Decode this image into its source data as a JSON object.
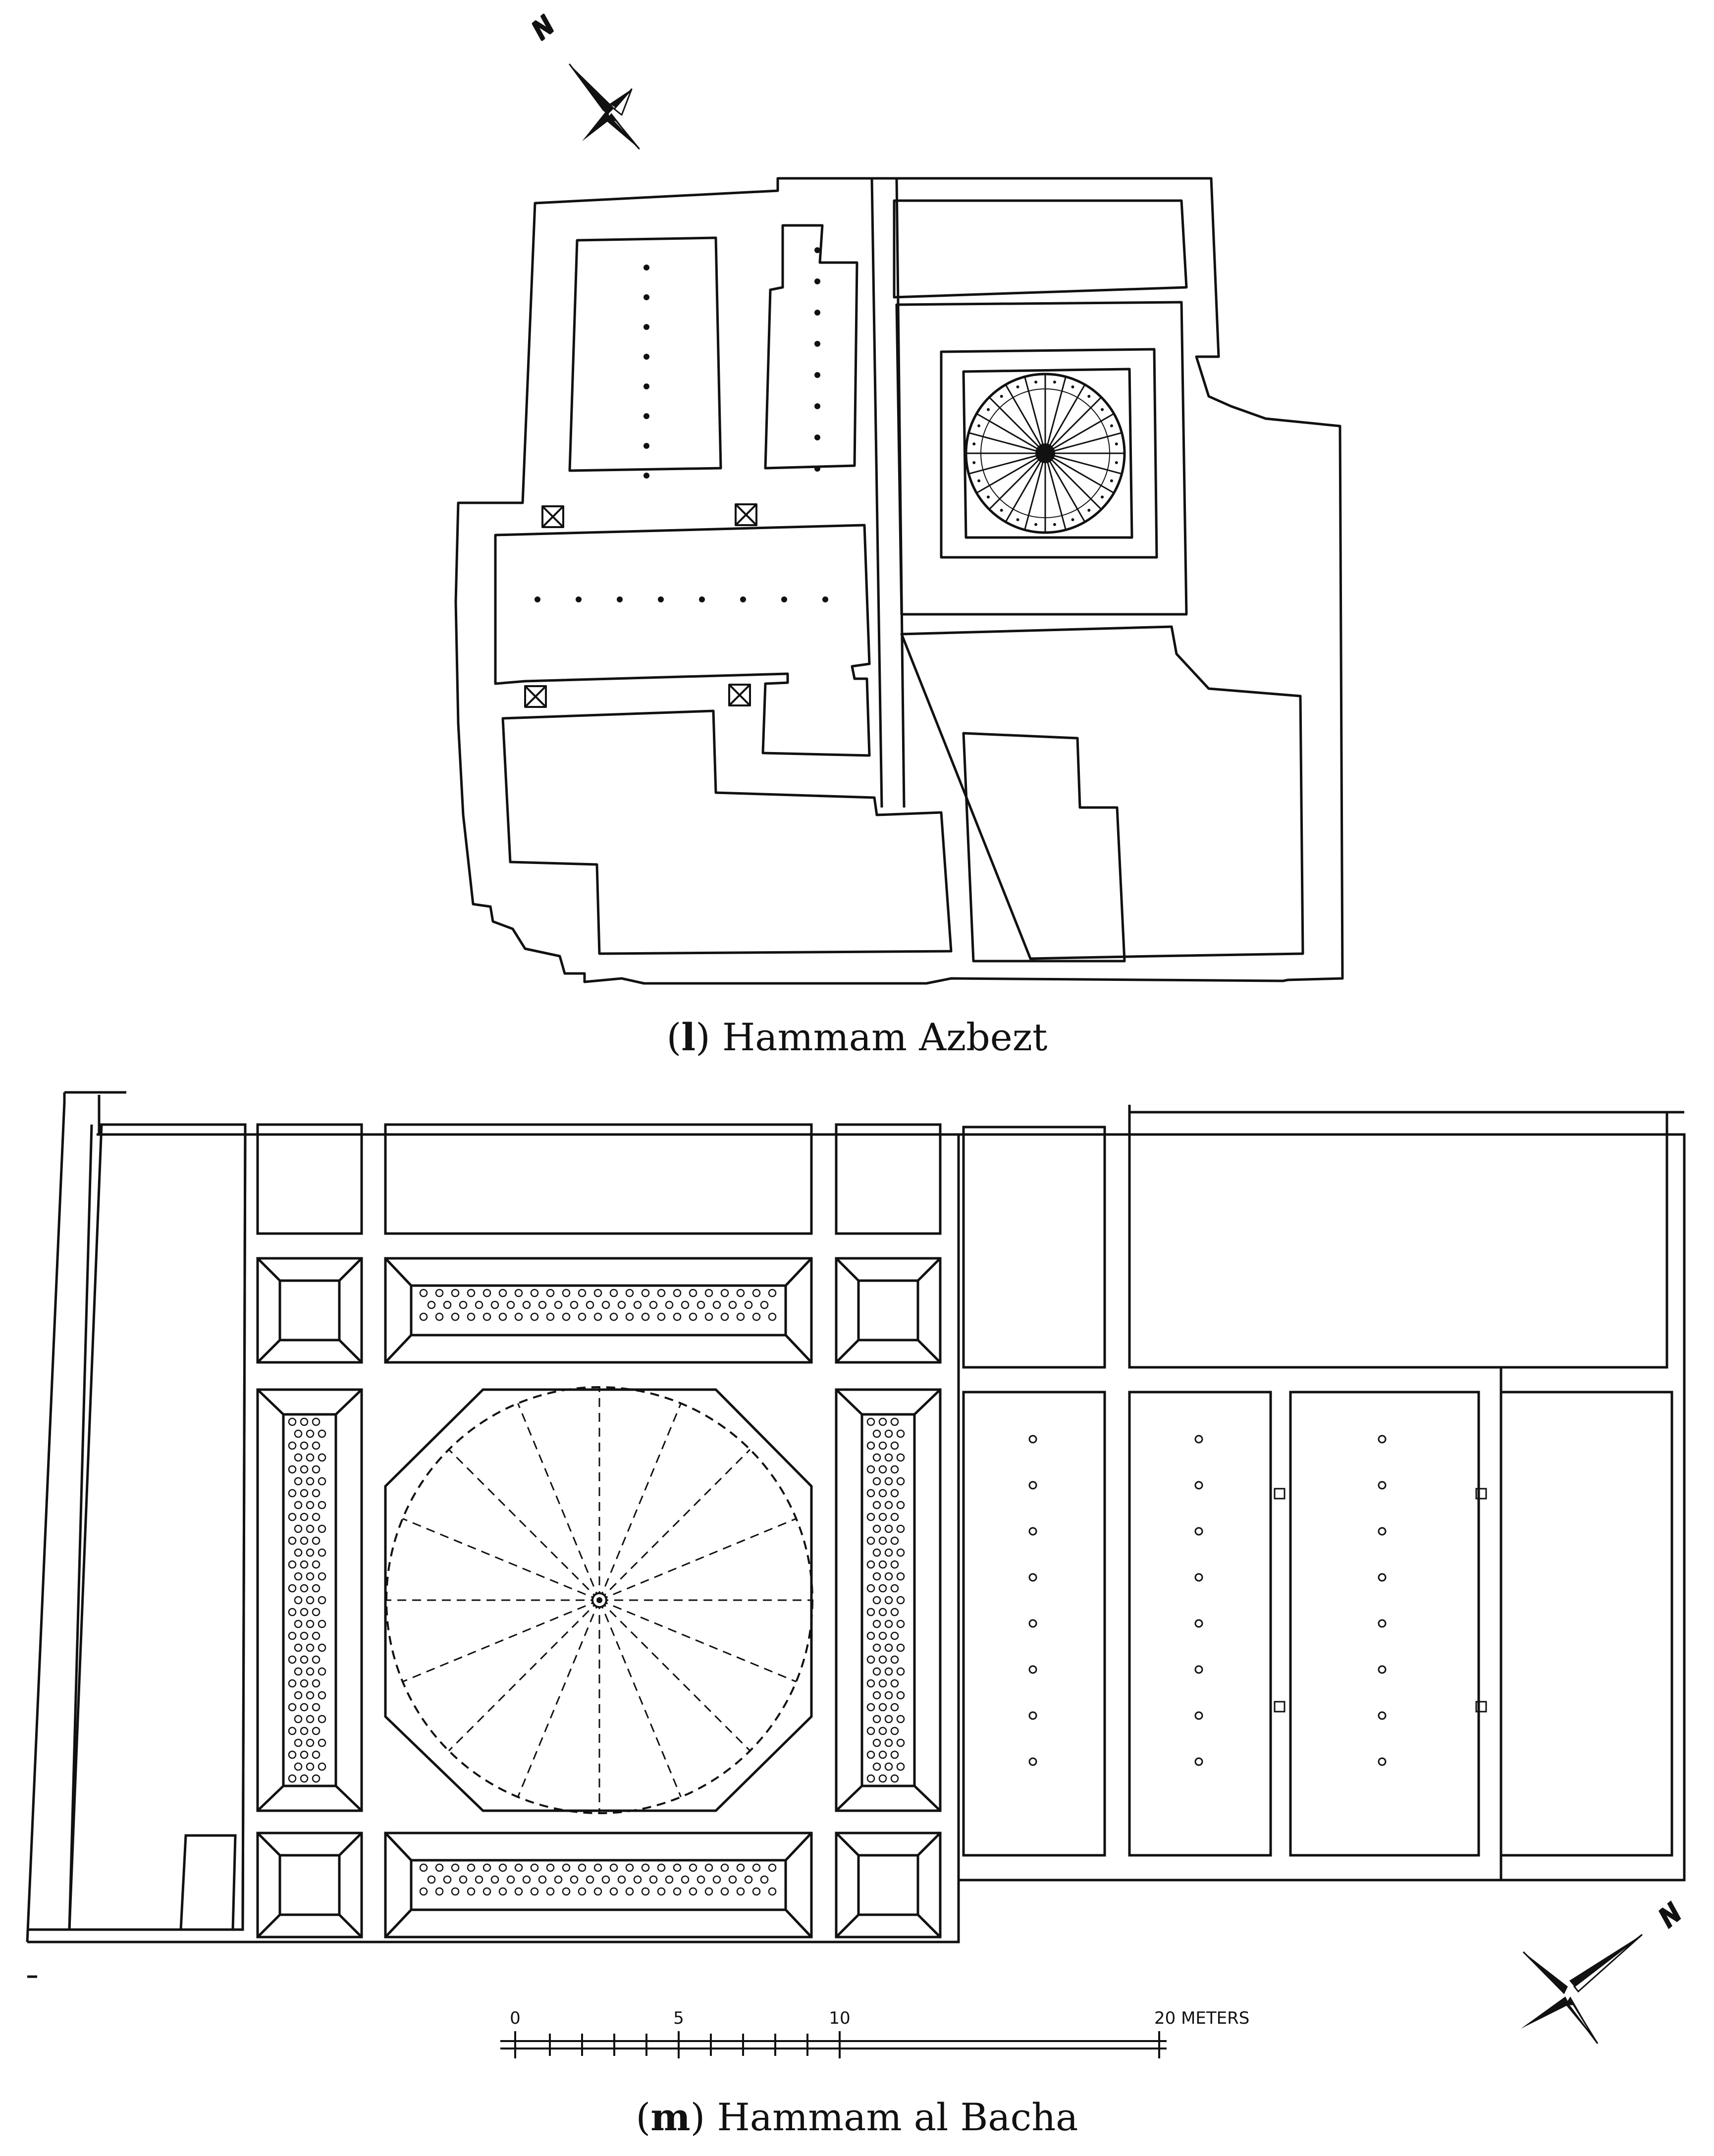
{
  "plan_l": {
    "caption_letter": "l",
    "caption_name": "Hammam Azbezt",
    "north_label": "N"
  },
  "plan_m": {
    "caption_letter": "m",
    "caption_name": "Hammam al Bacha",
    "north_label": "N"
  },
  "scale_bar": {
    "tick_0": "0",
    "tick_5": "5",
    "tick_10": "10",
    "tick_20": "20 METERS"
  }
}
